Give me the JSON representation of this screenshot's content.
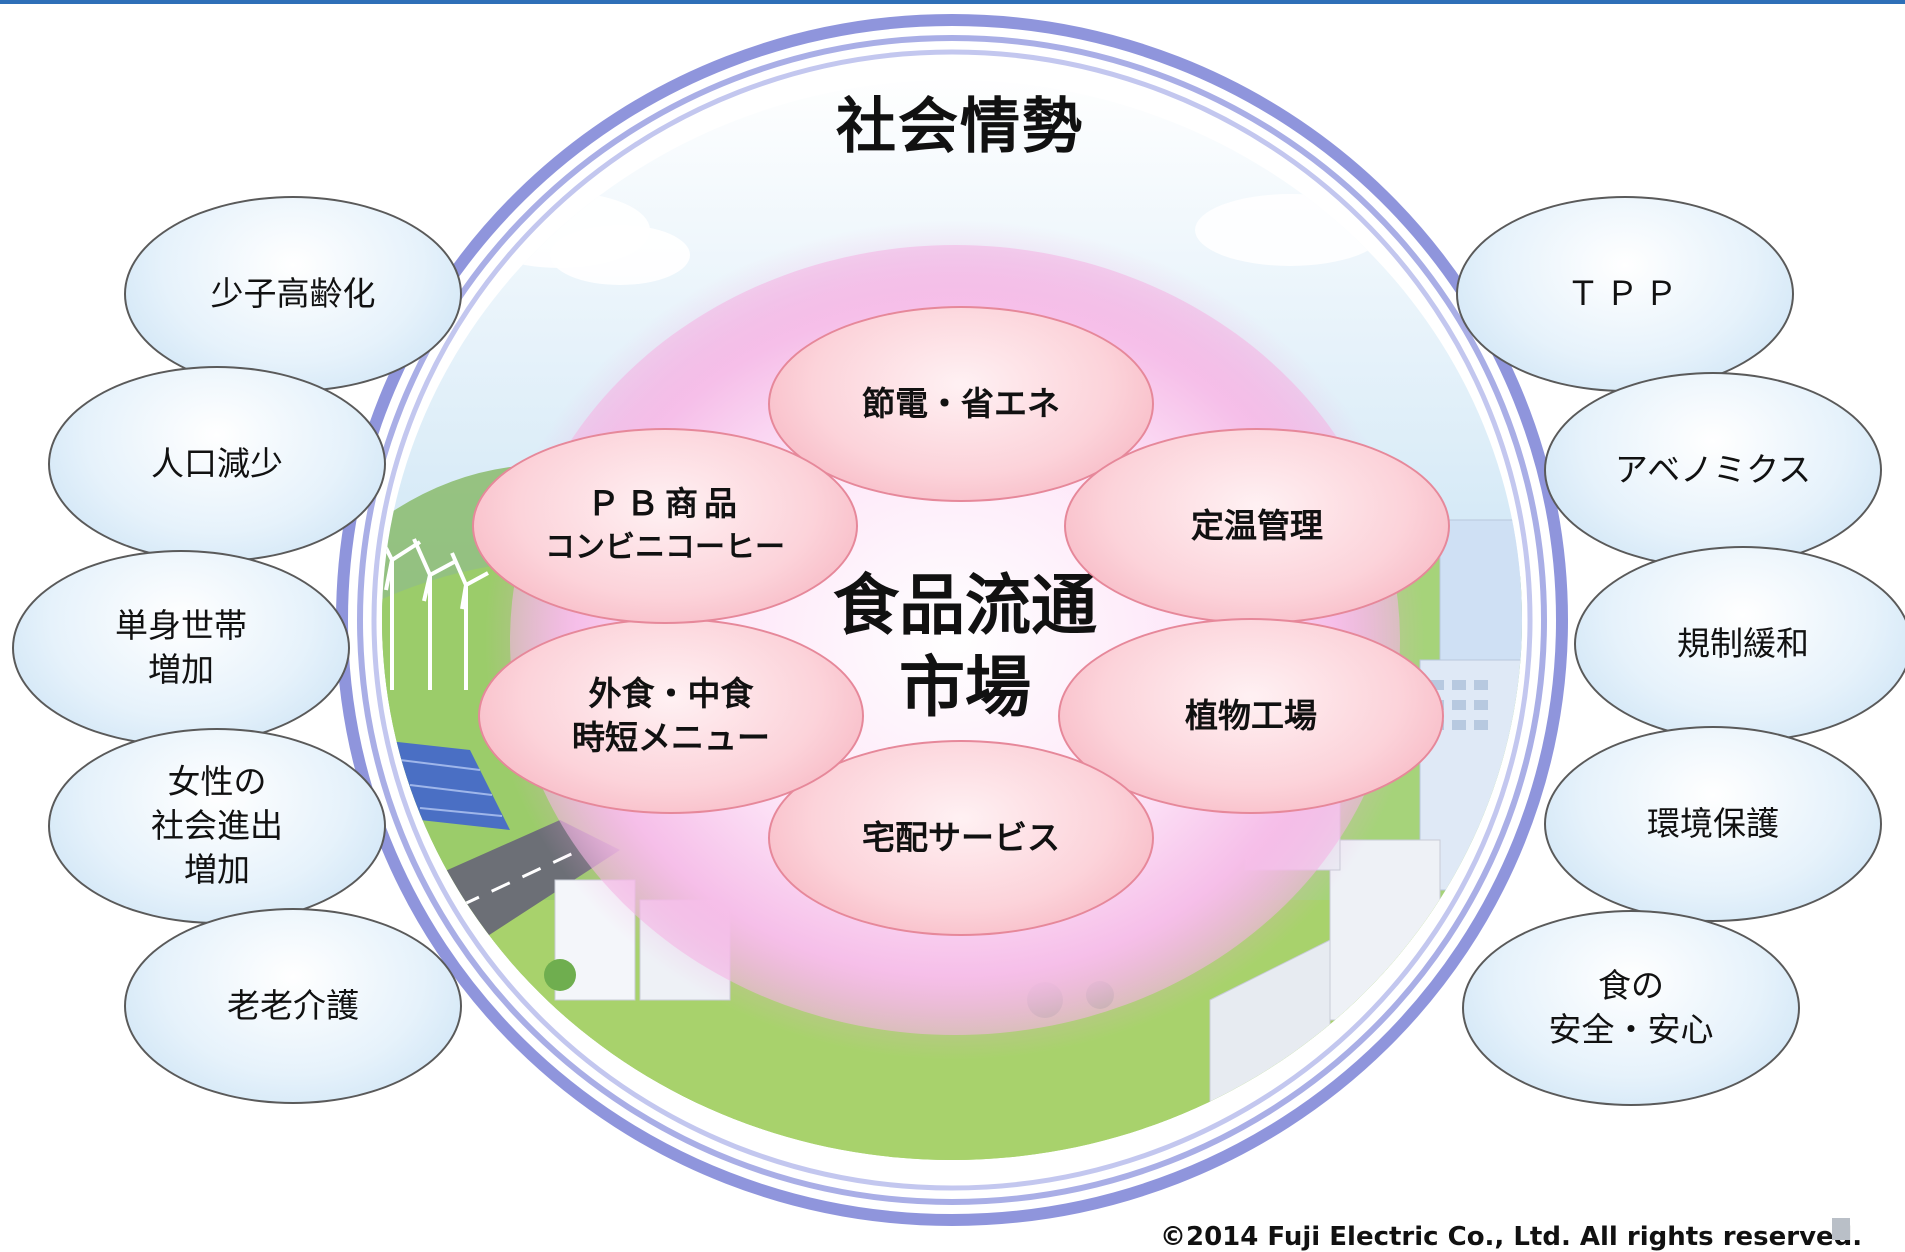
{
  "title": "社会情勢",
  "center": {
    "line1": "食品流通",
    "line2": "市場"
  },
  "left_factors": [
    {
      "lines": [
        "少子高齢化"
      ]
    },
    {
      "lines": [
        "人口減少"
      ]
    },
    {
      "lines": [
        "単身世帯",
        "増加"
      ]
    },
    {
      "lines": [
        "女性の",
        "社会進出",
        "増加"
      ]
    },
    {
      "lines": [
        "老老介護"
      ]
    }
  ],
  "right_factors": [
    {
      "lines": [
        "ＴＰＰ"
      ]
    },
    {
      "lines": [
        "アベノミクス"
      ]
    },
    {
      "lines": [
        "規制緩和"
      ]
    },
    {
      "lines": [
        "環境保護"
      ]
    },
    {
      "lines": [
        "食の",
        "安全・安心"
      ]
    }
  ],
  "market_factors": [
    {
      "lines": [
        "節電・省エネ"
      ]
    },
    {
      "lines": [
        "定温管理"
      ]
    },
    {
      "lines": [
        "植物工場"
      ]
    },
    {
      "lines": [
        "宅配サービス"
      ]
    },
    {
      "lines": [
        "外食・中食",
        "時短メニュー"
      ]
    },
    {
      "lines": [
        "ＰＢ商品",
        "コンビニコーヒー"
      ]
    }
  ],
  "footer": {
    "copyright": "©2014 Fuji Electric Co., Ltd. All rights reserved."
  },
  "colors": {
    "ring": "#8f95dc",
    "sky": "#cfe6f6",
    "grass": "#9ccf63",
    "core_pink": "#f9c8ee",
    "petal_border": "#e6889a",
    "oval_fill": "#e6f2fb",
    "rule": "#2e6fb8"
  }
}
